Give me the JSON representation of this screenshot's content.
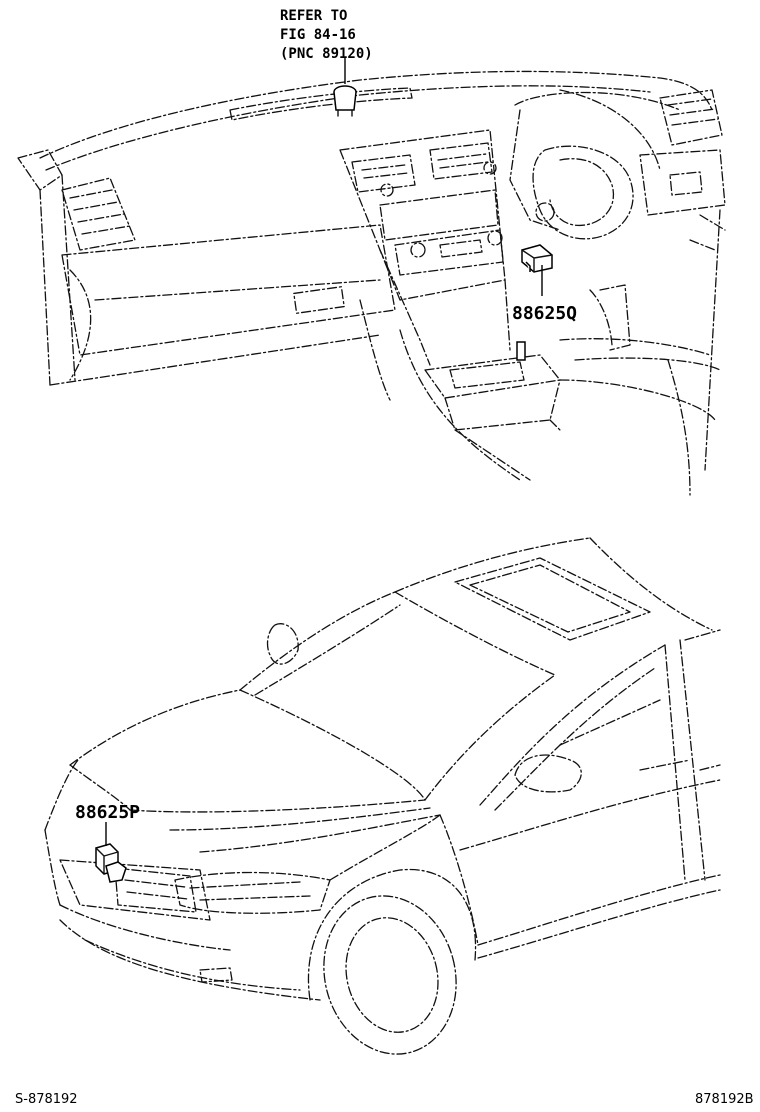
{
  "diagram": {
    "reference_note": {
      "line1": "REFER TO",
      "line2": "FIG 84-16",
      "line3": "(PNC 89120)"
    },
    "callouts": {
      "interior_sensor": "88625Q",
      "front_sensor": "88625P"
    },
    "footer": {
      "left_code": "S-878192",
      "right_code": "878192B"
    }
  }
}
